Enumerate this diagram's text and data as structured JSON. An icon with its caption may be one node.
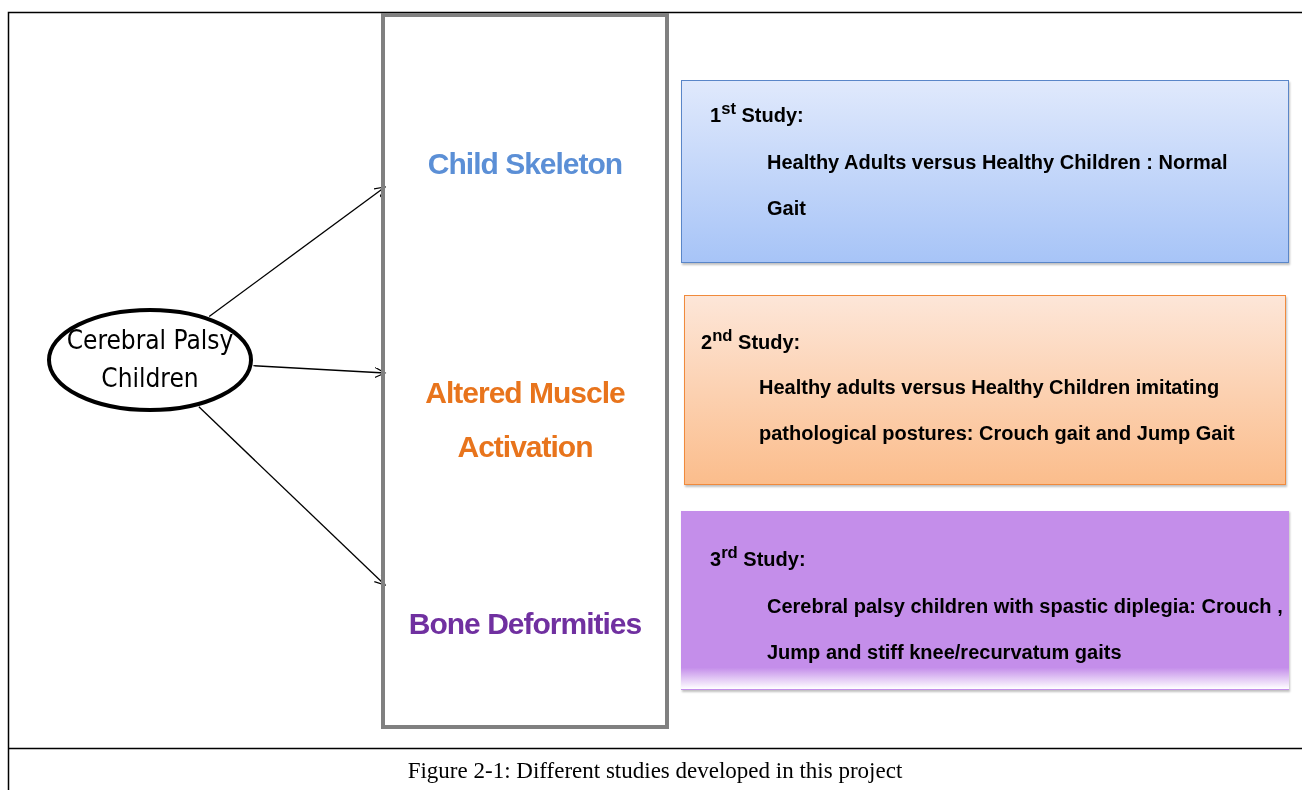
{
  "diagram": {
    "caption": "Figure 2-1: Different studies developed in this project",
    "nodes": [
      {
        "text": [
          "Cerebral Palsy Children"
        ]
      },
      {
        "text": [],
        "shape": "box"
      },
      {
        "text": [
          "Child Skeleton"
        ],
        "in": 1
      },
      {
        "text": [
          "Altered Muscle Activation"
        ],
        "in": 1
      },
      {
        "text": [
          "Bone Deformities"
        ],
        "in": 1
      },
      {
        "text": [
          "1$^{st}$ Study:",
          "Healthy Adults versus Healthy Children : Normal Gait"
        ]
      },
      {
        "text": [
          "2$^{nd}$ Study:",
          "Healthy adults versus Healthy Children imitating pathological postures: Crouch gait and Jump Gait"
        ]
      },
      {
        "text": [
          "3$^{rd}$ Study:",
          "Cerebral palsy children with spastic diplegia: Crouch , Jump and stiff knee/recurvatum gaits"
        ]
      }
    ],
    "edges": [
      {
        "from": 0,
        "to": 2,
        "arrow": "to"
      },
      {
        "from": 0,
        "to": 3,
        "arrow": "to"
      },
      {
        "from": 0,
        "to": 4,
        "arrow": "to"
      }
    ]
  }
}
